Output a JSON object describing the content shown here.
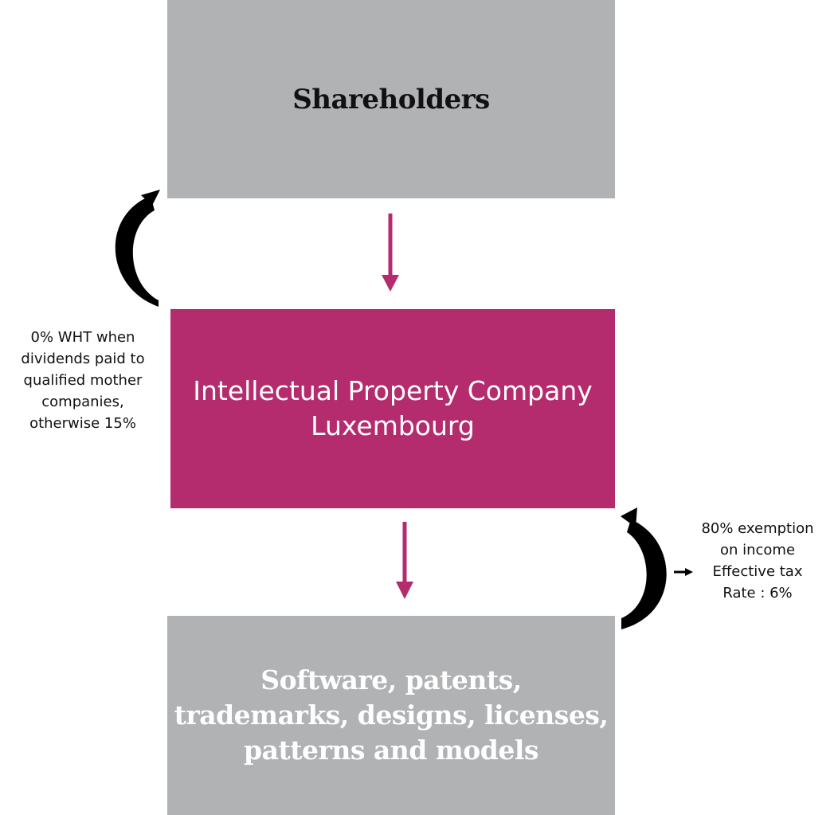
{
  "nodes": {
    "shareholders": "Shareholders",
    "ip_company": "Intellectual Property Company\nLuxembourg",
    "assets": "Software, patents,\ntrademarks, designs, licenses,\npatterns and models"
  },
  "annotations": {
    "dividend_wht": "0% WHT when\ndividends paid to\nqualified mother\ncompanies,\notherwise 15%",
    "income_exemption": "80% exemption\non income\nEffective tax\nRate : 6%"
  },
  "colors": {
    "grey_box": "#b1b2b4",
    "magenta_box": "#b42b6e",
    "arrow_magenta": "#b42b6e",
    "arrow_black": "#000000"
  },
  "icons": {
    "down_arrows": "arrow-down-icon",
    "curved_arrows": "curved-arrow-icon",
    "small_arrow": "arrow-right-icon"
  }
}
